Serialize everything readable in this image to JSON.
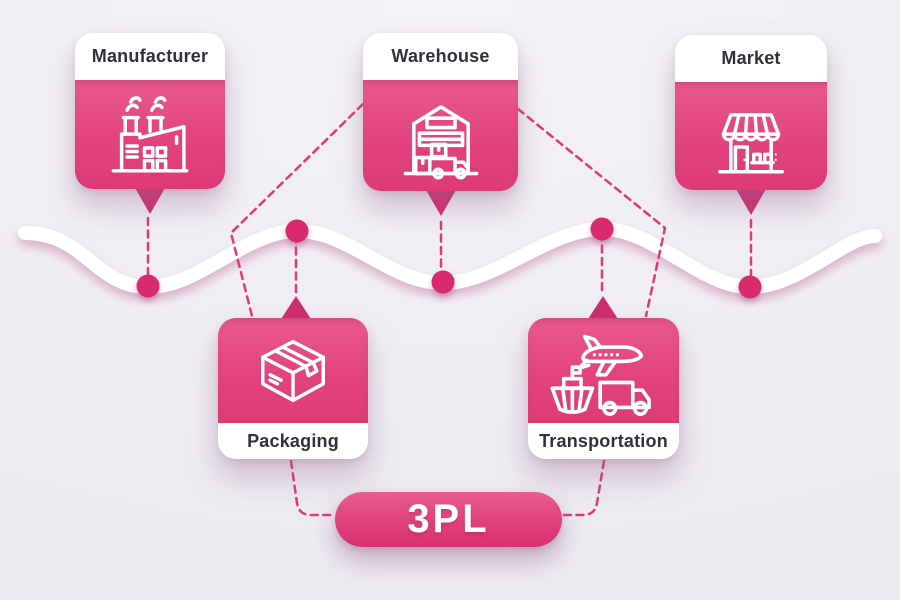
{
  "badge": {
    "label": "3PL"
  },
  "nodes": [
    {
      "id": "manufacturer",
      "label": "Manufacturer",
      "icon": "factory-icon",
      "row": "top"
    },
    {
      "id": "warehouse",
      "label": "Warehouse",
      "icon": "warehouse-icon",
      "row": "top"
    },
    {
      "id": "market",
      "label": "Market",
      "icon": "storefront-icon",
      "row": "top"
    },
    {
      "id": "packaging",
      "label": "Packaging",
      "icon": "package-box-icon",
      "row": "bottom"
    },
    {
      "id": "transportation",
      "label": "Transportation",
      "icon": "plane-ship-truck-icon",
      "row": "bottom"
    }
  ],
  "timeline": {
    "dot_count": 5,
    "dot_positions": "under Manufacturer, above Packaging, under Warehouse, above Transportation, under Market",
    "connections": [
      "Manufacturer -> timeline dot (dashed)",
      "Warehouse -> timeline dot (dashed)",
      "Market -> timeline dot (dashed)",
      "timeline dot -> Packaging (dashed)",
      "timeline dot -> Transportation (dashed)",
      "Warehouse -> Packaging (dashed elbow)",
      "Warehouse -> Transportation (dashed elbow)",
      "Packaging -> 3PL (dashed elbow)",
      "Transportation -> 3PL (dashed elbow)"
    ]
  },
  "palette": {
    "background": "#efedf3",
    "card_pink": "#e2437c",
    "pointer_pink": "#cf2e6f",
    "dot_pink": "#d92a6e",
    "dash_pink": "#e1387a",
    "wave_white": "#ffffff",
    "label_color": "#32303f",
    "badge_text": "#ffffff"
  }
}
